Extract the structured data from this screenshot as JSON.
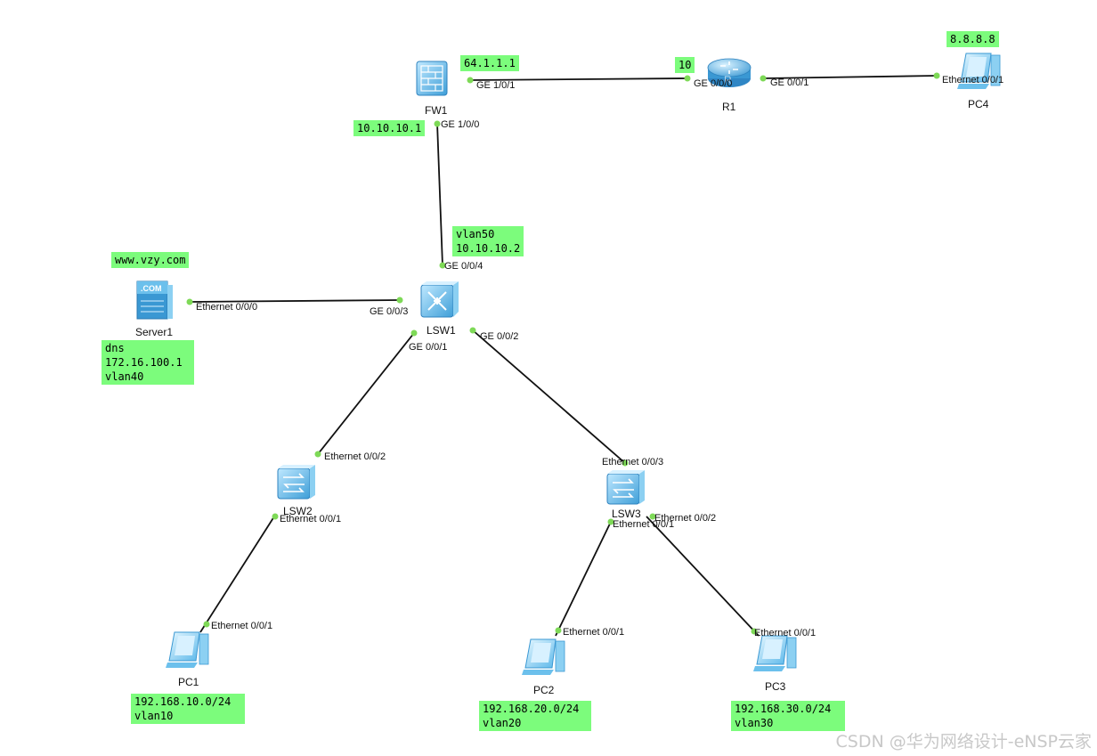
{
  "devices": {
    "fw1": "FW1",
    "r1": "R1",
    "pc4": "PC4",
    "server1": "Server1",
    "lsw1": "LSW1",
    "lsw2": "LSW2",
    "lsw3": "LSW3",
    "pc1": "PC1",
    "pc2": "PC2",
    "pc3": "PC3"
  },
  "server_icon_text": ".COM",
  "ports": {
    "fw1_ge100": "GE 1/0/0",
    "fw1_ge101": "GE 1/0/1",
    "r1_ge000": "GE 0/0/0",
    "r1_ge001": "GE 0/0/1",
    "pc4_eth": "Ethernet 0/0/1",
    "server_eth": "Ethernet 0/0/0",
    "lsw1_ge003": "GE 0/0/3",
    "lsw1_ge004": "GE 0/0/4",
    "lsw1_ge001": "GE 0/0/1",
    "lsw1_ge002": "GE 0/0/2",
    "lsw2_eth002": "Ethernet 0/0/2",
    "lsw2_eth001": "Ethernet 0/0/1",
    "pc1_eth": "Ethernet 0/0/1",
    "lsw3_eth003": "Ethernet 0/0/3",
    "lsw3_eth001": "Ethernet 0/0/1",
    "lsw3_eth002": "Ethernet 0/0/2",
    "pc2_eth": "Ethernet 0/0/1",
    "pc3_eth": "Ethernet 0/0/1"
  },
  "notes": {
    "fw_out_ip": "64.1.1.1",
    "r1_ip": "10",
    "pc4_ip": "8.8.8.8",
    "fw_in_ip": "10.10.10.1",
    "lsw1_vlan50": "vlan50\n10.10.10.2",
    "server_dns_name": "www.vzy.com",
    "server_info": "dns\n172.16.100.1\nvlan40",
    "pc1_net": "192.168.10.0/24\nvlan10",
    "pc2_net": "192.168.20.0/24\nvlan20",
    "pc3_net": "192.168.30.0/24\nvlan30"
  },
  "watermark": "CSDN @华为网络设计-eNSP云家",
  "colors": {
    "note_bg": "#7cfc7c",
    "port_dot": "#7ed957",
    "device_blue": "#5ab4e8"
  }
}
